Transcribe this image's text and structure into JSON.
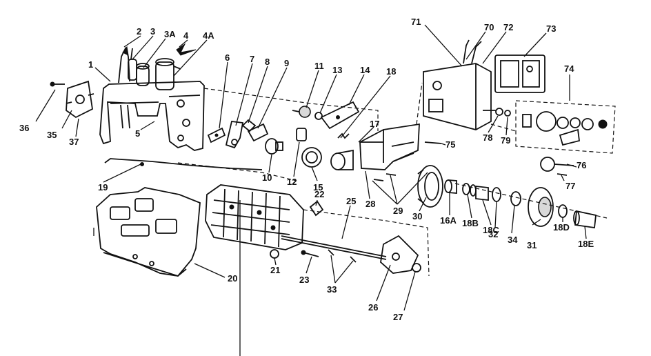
{
  "callouts": [
    {
      "id": "1",
      "label": "1"
    },
    {
      "id": "2",
      "label": "2"
    },
    {
      "id": "3",
      "label": "3"
    },
    {
      "id": "3a",
      "label": "3A"
    },
    {
      "id": "4",
      "label": "4"
    },
    {
      "id": "4a",
      "label": "4A"
    },
    {
      "id": "5",
      "label": "5"
    },
    {
      "id": "6",
      "label": "6"
    },
    {
      "id": "7",
      "label": "7"
    },
    {
      "id": "8",
      "label": "8"
    },
    {
      "id": "9",
      "label": "9"
    },
    {
      "id": "10",
      "label": "10"
    },
    {
      "id": "11",
      "label": "11"
    },
    {
      "id": "12",
      "label": "12"
    },
    {
      "id": "13",
      "label": "13"
    },
    {
      "id": "14",
      "label": "14"
    },
    {
      "id": "15",
      "label": "15"
    },
    {
      "id": "16a",
      "label": "16A"
    },
    {
      "id": "17",
      "label": "17"
    },
    {
      "id": "18",
      "label": "18"
    },
    {
      "id": "18b",
      "label": "18B"
    },
    {
      "id": "18c",
      "label": "18C"
    },
    {
      "id": "18d",
      "label": "18D"
    },
    {
      "id": "18e",
      "label": "18E"
    },
    {
      "id": "19",
      "label": "19"
    },
    {
      "id": "20",
      "label": "20"
    },
    {
      "id": "21",
      "label": "21"
    },
    {
      "id": "22",
      "label": "22"
    },
    {
      "id": "23",
      "label": "23"
    },
    {
      "id": "25",
      "label": "25"
    },
    {
      "id": "26",
      "label": "26"
    },
    {
      "id": "27",
      "label": "27"
    },
    {
      "id": "28",
      "label": "28"
    },
    {
      "id": "29",
      "label": "29"
    },
    {
      "id": "30",
      "label": "30"
    },
    {
      "id": "31",
      "label": "31"
    },
    {
      "id": "32",
      "label": "32"
    },
    {
      "id": "33",
      "label": "33"
    },
    {
      "id": "34",
      "label": "34"
    },
    {
      "id": "35",
      "label": "35"
    },
    {
      "id": "36",
      "label": "36"
    },
    {
      "id": "37",
      "label": "37"
    },
    {
      "id": "70",
      "label": "70"
    },
    {
      "id": "71",
      "label": "71"
    },
    {
      "id": "72",
      "label": "72"
    },
    {
      "id": "73",
      "label": "73"
    },
    {
      "id": "74",
      "label": "74"
    },
    {
      "id": "75",
      "label": "75"
    },
    {
      "id": "76",
      "label": "76"
    },
    {
      "id": "77",
      "label": "77"
    },
    {
      "id": "78",
      "label": "78"
    },
    {
      "id": "79",
      "label": "79"
    }
  ]
}
